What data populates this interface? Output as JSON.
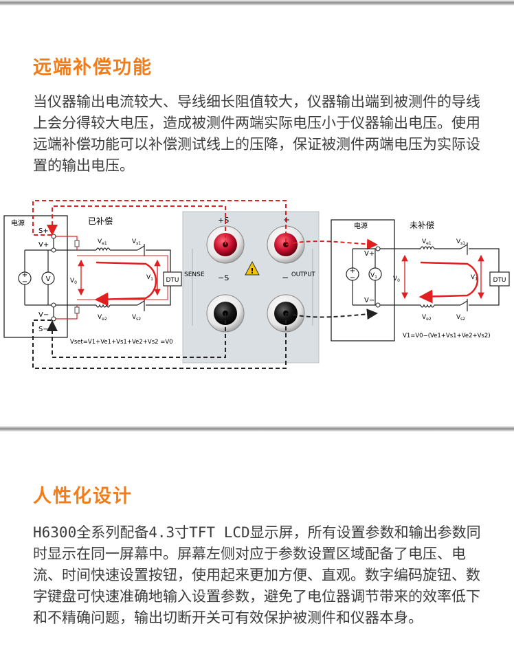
{
  "section1": {
    "title": "远端补偿功能",
    "body": "当仪器输出电流较大、导线细长阻值较大，仪器输出端到被测件的导线上会分得较大电压，造成被测件两端实际电压小于仪器输出电压。使用远端补偿功能可以补偿测试线上的压降，保证被测件两端电压为实际设置的输出电压。"
  },
  "diagram": {
    "left": {
      "source_label": "电源",
      "state_label": "已补偿",
      "s_plus": "S+",
      "v_plus": "V+",
      "v_minus": "V−",
      "s_minus": "S−",
      "v0": "V",
      "v0_sub": "0",
      "v1": "V",
      "v1_sub": "1",
      "ve1": "V",
      "ve1_sub": "e1",
      "vs1": "V",
      "vs1_sub": "s1",
      "ve2": "V",
      "ve2_sub": "e2",
      "vs2": "V",
      "vs2_sub": "s2",
      "meter": "V",
      "dtu": "DTU",
      "formula": "Vset=V1+Ve1+Vs1+Ve2+Vs2 =V0"
    },
    "panel": {
      "plus_s": "+S",
      "plus": "+",
      "minus_s": "−S",
      "minus": "−",
      "sense": "SENSE",
      "output": "OUTPUT",
      "warning": "!"
    },
    "right": {
      "source_label": "电源",
      "state_label": "未补偿",
      "v_plus": "V+",
      "v_minus": "V−",
      "v0": "V",
      "v0_sub": "0",
      "v1": "V",
      "v1_sub": "1",
      "ve1": "V",
      "ve1_sub": "e1",
      "vs1": "V",
      "vs1_sub": "s1",
      "ve2": "V",
      "ve2_sub": "e2",
      "vs2": "V",
      "vs2_sub": "s2",
      "meter": "V",
      "meter_sub": "1",
      "dtu": "DTU",
      "formula": "V1=V0−(Ve1+Vs1+Ve2+Vs2)"
    },
    "colors": {
      "red": "#e02020",
      "black": "#222222",
      "panel": "#d9dfe2"
    }
  },
  "section2": {
    "title": "人性化设计",
    "body": "H6300全系列配备4.3寸TFT LCD显示屏，所有设置参数和输出参数同时显示在同一屏幕中。屏幕左侧对应于参数设置区域配备了电压、电流、时间快速设置按钮，使用起来更加方便、直观。数字编码旋钮、数字键盘可快速准确地输入设置参数，避免了电位器调节带来的效率低下和不精确问题，输出切断开关可有效保护被测件和仪器本身。"
  }
}
